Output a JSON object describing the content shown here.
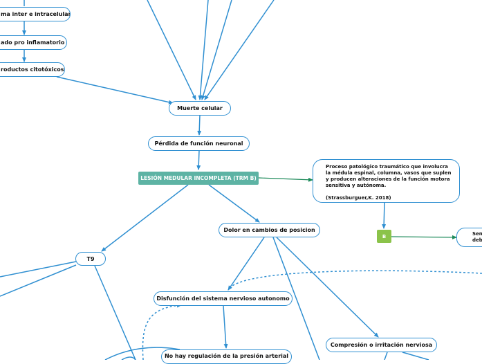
{
  "colors": {
    "edge": "#2f8fd1",
    "link": "#1d8a5a",
    "main_fill": "#5db3a4",
    "badge_fill": "#8bc34a"
  },
  "nodes": {
    "inter_intracelular": "ma inter e intracelular",
    "pro_inflamatorio": "ado pro inflamatorio",
    "productos_citotoxicos": "roductos citotóxicos",
    "muerte_celular": "Muerte celular",
    "perdida_funcion": "Pérdida de función neuronal",
    "lesion_medular": "LESIÓN MEDULAR INCOMPLETA (TRM B)",
    "definicion": "Proceso patológico traumático que involucra la médula espinal, columna, vasos que suplen y producen alteraciones de la función motora sensitiva y autónoma.",
    "cita": "(Strassburguer,K. 2018)",
    "badge_b": "B",
    "sen_deba": "Sen deba",
    "t9": "T9",
    "dolor_cambios": "Dolor en cambios de posicion",
    "disfuncion_autonomo": "Disfunción del sistema nervioso autonomo",
    "compresion_irritacion": "Compresión o irritación nerviosa",
    "regulacion_presion": "No hay regulación de la presión arterial"
  }
}
